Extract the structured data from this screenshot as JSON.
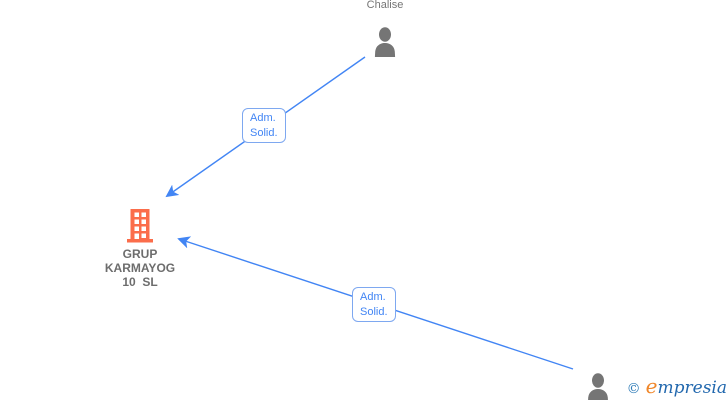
{
  "diagram": {
    "nodes": {
      "chalise": {
        "type": "person",
        "icon": "person-icon",
        "label": "Chalise"
      },
      "company": {
        "type": "company",
        "icon": "building-icon",
        "line1": "GRUP",
        "line2": "KARMAYOG",
        "line3": "10  SL"
      },
      "person2": {
        "type": "person",
        "icon": "person-icon",
        "label": ""
      }
    },
    "edges": {
      "e1": {
        "from": "chalise",
        "to": "company",
        "label_line1": "Adm.",
        "label_line2": "Solid."
      },
      "e2": {
        "from": "person2",
        "to": "company",
        "label_line1": "Adm.",
        "label_line2": "Solid."
      }
    },
    "colors": {
      "edge_blue": "#4285f4",
      "edge_box_border": "#7ea8f0",
      "edge_box_text": "#4285f4",
      "person_gray": "#757575",
      "company_orange": "#fb6d4b",
      "node_label_gray": "#6d6d6d"
    }
  },
  "branding": {
    "copyright": "©",
    "brand_first_letter": "e",
    "brand_rest": "mpresia",
    "brand_orange": "#f0872a",
    "brand_blue": "#2268ae"
  }
}
